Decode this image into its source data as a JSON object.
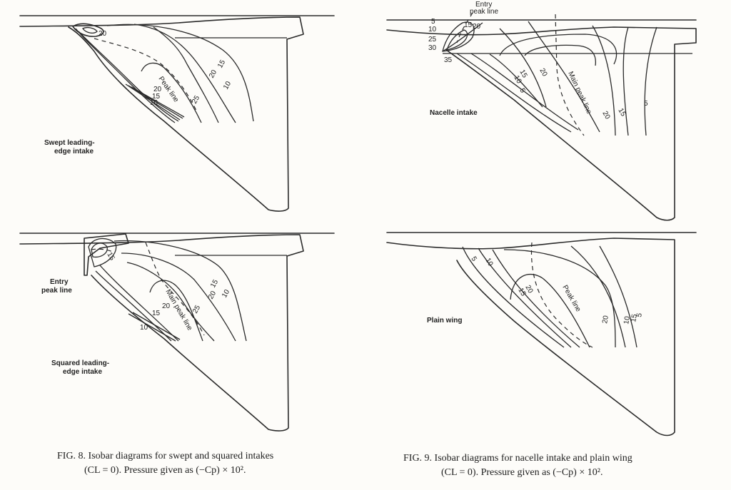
{
  "panels": {
    "swept": {
      "name_lines": [
        "Swept leading-",
        "edge intake"
      ],
      "peak_label": "Peak line",
      "contours": [
        "20",
        "20",
        "15",
        "10",
        "25",
        "20",
        "15",
        "10"
      ]
    },
    "squared": {
      "name_lines": [
        "Squared leading-",
        "edge intake"
      ],
      "entry_lines": [
        "Entry",
        "peak line"
      ],
      "peak_label": "Main peak line",
      "contours": [
        "15",
        "20",
        "15",
        "10",
        "25",
        "20",
        "15",
        "10"
      ]
    },
    "nacelle": {
      "name": "Nacelle intake",
      "entry_lines": [
        "Entry",
        "peak line"
      ],
      "peak_label": "Main peak line",
      "contours": [
        "5",
        "10",
        "15",
        "20",
        "25",
        "30",
        "35",
        "15",
        "20",
        "10",
        "5",
        "20",
        "15",
        "5"
      ]
    },
    "plain": {
      "name": "Plain wing",
      "peak_label": "Peak line",
      "contours": [
        "5",
        "10",
        "20",
        "15",
        "20",
        "10",
        "15",
        "5"
      ]
    }
  },
  "captions": {
    "fig8_line1": "FIG. 8.   Isobar diagrams for swept and squared intakes",
    "fig8_line2": "(CL = 0). Pressure given as (−Cp) × 10².",
    "fig9_line1": "FIG. 9.   Isobar diagrams for nacelle intake and plain wing",
    "fig9_line2": "(CL = 0). Pressure given as (−Cp) × 10²."
  },
  "icons": {
    "fuselage": "fuselage-outline",
    "wing": "wing-planform"
  }
}
